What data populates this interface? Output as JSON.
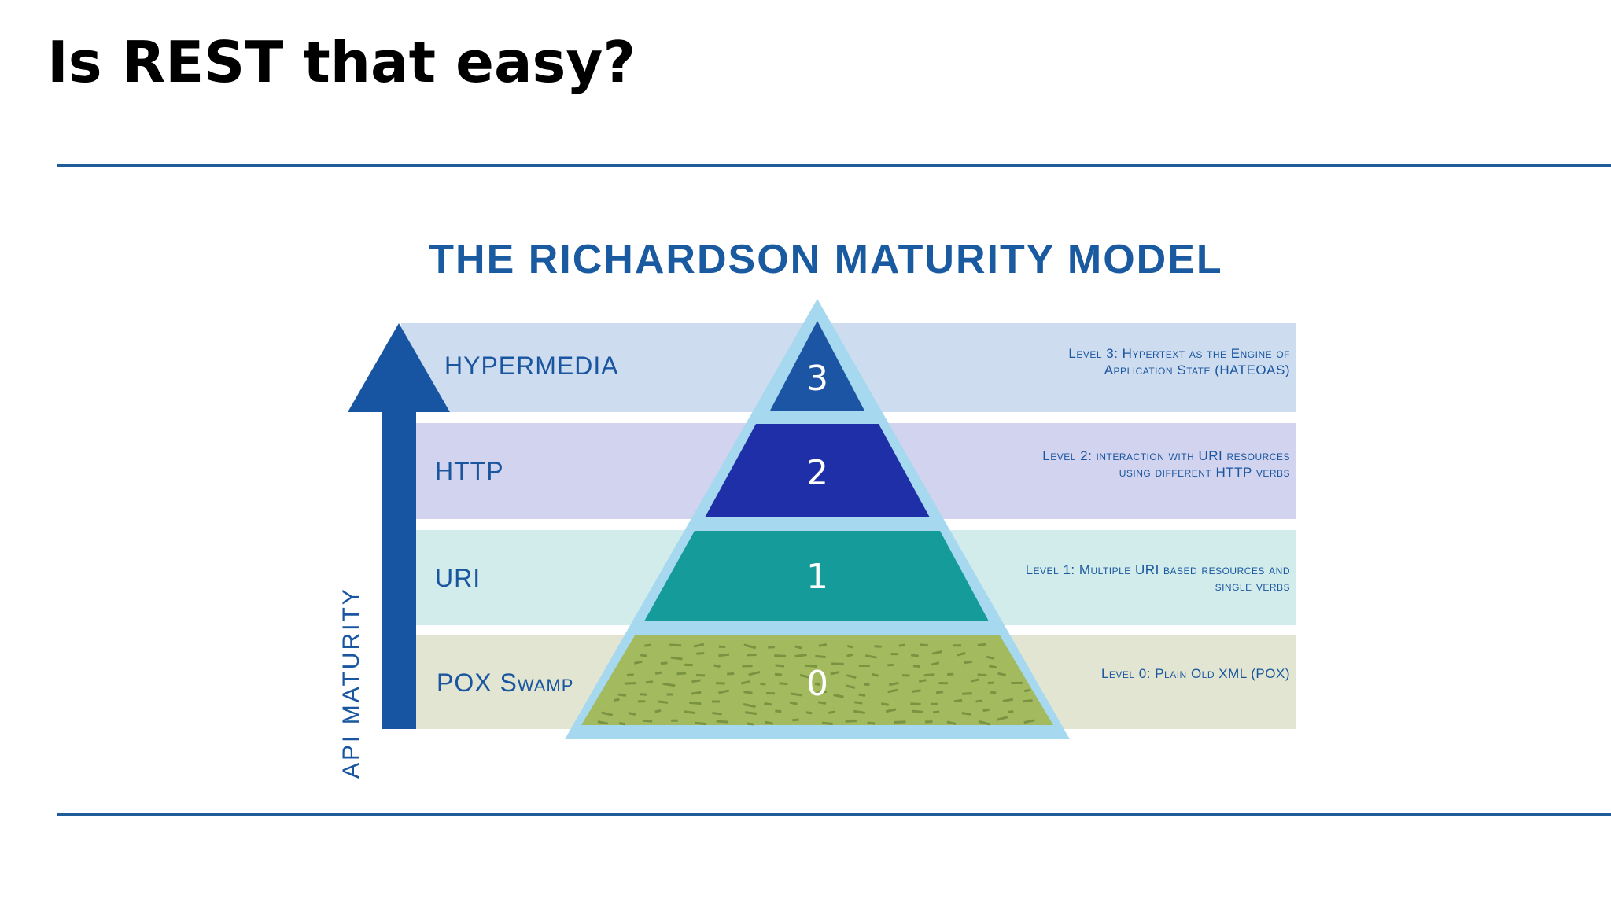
{
  "slide": {
    "title": "Is REST that easy?"
  },
  "diagram": {
    "title": "THE RICHARDSON MATURITY MODEL",
    "axis_label": "API MATURITY",
    "levels": [
      {
        "number": "3",
        "name": "HYPERMEDIA",
        "description": "Level 3: Hypertext as the Engine of Application State (HATEOAS)",
        "band_color": "#cedcef",
        "fill_color": "#1b55a3"
      },
      {
        "number": "2",
        "name": "HTTP",
        "description": "Level 2: interaction with URI resources using different HTTP verbs",
        "band_color": "#d2d3ee",
        "fill_color": "#1f2fa8"
      },
      {
        "number": "1",
        "name": "URI",
        "description": "Level 1: Multiple URI based resources and single verbs",
        "band_color": "#d1ecea",
        "fill_color": "#169b9b"
      },
      {
        "number": "0",
        "name": "POX Swamp",
        "description": "Level 0: Plain Old XML (POX)",
        "band_color": "#e1e5d1",
        "fill_color": "#a3ba5e"
      }
    ],
    "colors": {
      "arrow": "#1755a3",
      "pyramid_outline": "#a6d8ef",
      "text": "#1a56a0",
      "rule": "#1f5c99"
    }
  }
}
